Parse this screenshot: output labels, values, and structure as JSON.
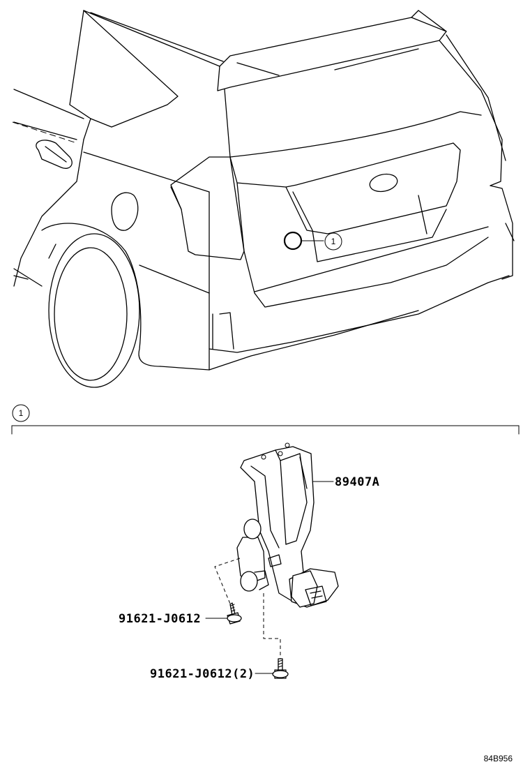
{
  "diagram": {
    "callout_number": "1",
    "section_marker": "1",
    "parts": [
      {
        "id": "sensor",
        "label": "89407A"
      },
      {
        "id": "bolt_single",
        "label": "91621-J0612"
      },
      {
        "id": "bolt_double",
        "label": "91621-J0612(2)"
      }
    ],
    "reference_code": "84B956"
  }
}
